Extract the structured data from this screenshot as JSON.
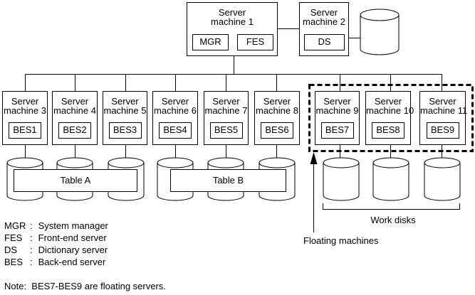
{
  "diagram": {
    "machine1": {
      "name_line1": "Server",
      "name_line2": "machine 1",
      "mgr": "MGR",
      "fes": "FES"
    },
    "machine2": {
      "name_line1": "Server",
      "name_line2": "machine 2",
      "ds": "DS"
    },
    "machines": [
      {
        "name_line1": "Server",
        "name_line2": "machine 3",
        "bes": "BES1"
      },
      {
        "name_line1": "Server",
        "name_line2": "machine 4",
        "bes": "BES2"
      },
      {
        "name_line1": "Server",
        "name_line2": "machine 5",
        "bes": "BES3"
      },
      {
        "name_line1": "Server",
        "name_line2": "machine 6",
        "bes": "BES4"
      },
      {
        "name_line1": "Server",
        "name_line2": "machine 7",
        "bes": "BES5"
      },
      {
        "name_line1": "Server",
        "name_line2": "machine 8",
        "bes": "BES6"
      },
      {
        "name_line1": "Server",
        "name_line2": "machine 9",
        "bes": "BES7"
      },
      {
        "name_line1": "Server",
        "name_line2": "machine 10",
        "bes": "BES8"
      },
      {
        "name_line1": "Server",
        "name_line2": "machine 11",
        "bes": "BES9"
      }
    ],
    "table_a": "Table A",
    "table_b": "Table B",
    "work_disks_label": "Work disks",
    "floating_machines_label": "Floating machines"
  },
  "legend": {
    "items": [
      {
        "abbr": "MGR",
        "sep": ":",
        "desc": "System manager"
      },
      {
        "abbr": "FES",
        "sep": ":",
        "desc": "Front-end server"
      },
      {
        "abbr": "DS",
        "sep": ":",
        "desc": "Dictionary server"
      },
      {
        "abbr": "BES",
        "sep": ":",
        "desc": "Back-end server"
      }
    ]
  },
  "note": "Note:  BES7-BES9 are floating servers.",
  "colors": {
    "line": "#000000",
    "background": "#ffffff"
  }
}
